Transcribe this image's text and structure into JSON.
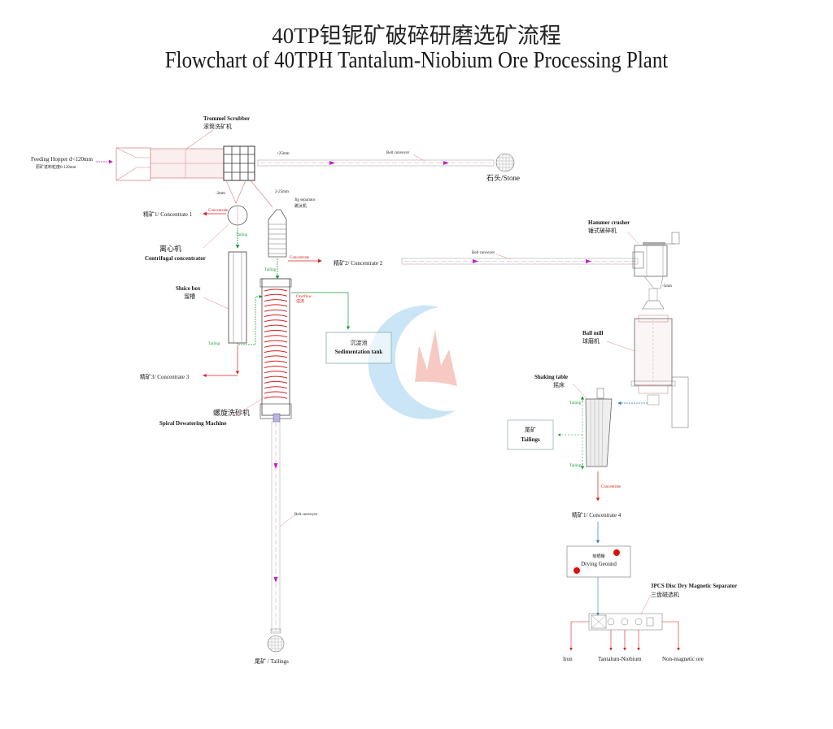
{
  "title": {
    "chinese": "40TP钽铌矿破碎研磨选矿流程",
    "english": "Flowchart of 40TPH Tantalum-Niobium Ore Processing Plant"
  },
  "equipment": {
    "feeding_hopper": {
      "en": "Feeding Hopper d<120mm",
      "cn": "原矿进料粒度0-120mm"
    },
    "trommel_scrubber": {
      "en": "Trommel Scrubber",
      "cn": "滚筒洗矿机"
    },
    "jig_separator": {
      "en": "Jig separator",
      "cn": "跳汰机"
    },
    "centrifugal_concentrator": {
      "en": "Centrifugal concentrator",
      "cn": "离心机"
    },
    "sluice_box": {
      "en": "Sluice box",
      "cn": "溜槽"
    },
    "spiral_dewatering": {
      "en": "Spiral Dewatering Machine",
      "cn": "螺旋洗砂机"
    },
    "sedimentation_tank": {
      "en": "Sedimentation tank",
      "cn": "沉淀池"
    },
    "hammer_crusher": {
      "en": "Hammer crusher",
      "cn": "锤式破碎机"
    },
    "ball_mill": {
      "en": "Ball mill",
      "cn": "球磨机"
    },
    "shaking_table": {
      "en": "Shaking table",
      "cn": "摇床"
    },
    "drying_ground": {
      "en": "Drying Geound",
      "cn": "晾晒棚"
    },
    "magnetic_separator": {
      "en": "3PCS Disc Dry Magnetic Separator",
      "cn": "三盘磁选机"
    }
  },
  "conveyors": {
    "belt_label": "Belt conveyor"
  },
  "sizes": {
    "plus25": "+25mm",
    "minus2": "-2mm",
    "range2_25": "2-25mm",
    "minus5": "-5mm"
  },
  "flow_labels": {
    "concentrate": "Concentrate",
    "tailing": "Tailing",
    "overflow": "Overflow",
    "overflow_cn": "溢流"
  },
  "outputs": {
    "stone": "石头/Stone",
    "concentrate1": "精矿1/ Concentrate 1",
    "concentrate2": "精矿2/ Concentrate 2",
    "concentrate3": "精矿3/ Concentrate 3",
    "concentrate4": "精矿1/ Concentrate 4",
    "tailings_bottom": "尾矿 / Tailings",
    "tailings_box_cn": "尾矿",
    "tailings_box_en": "Tailings",
    "iron": "Iron",
    "tantalum_niobium": "Tantalum-Niobium",
    "non_magnetic": "Non-magnetic ore"
  },
  "colors": {
    "equipment_line": "#d88a8a",
    "structure": "#555555",
    "concentrate_arrow": "#d62020",
    "tailing_arrow": "#1c9a3a",
    "conveyor_arrow": "#c020c8",
    "water_arrow": "#2a7ad0",
    "logo_blue": "#bfe0f4",
    "logo_red": "#f6c0b8"
  }
}
